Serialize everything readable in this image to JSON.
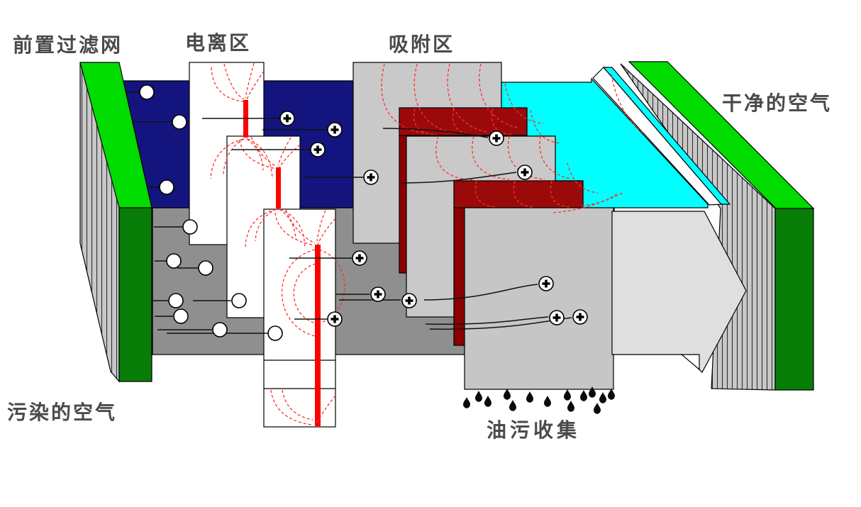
{
  "labels": {
    "pre_filter": "前置过滤网",
    "ionization_zone": "电离区",
    "adsorption_zone": "吸附区",
    "clean_air": "干净的空气",
    "polluted_air": "污染的空气",
    "oil_collection": "油污收集"
  },
  "colors": {
    "navy_duct": "#14147e",
    "cyan_top": "#00ffff",
    "filter_frame_light_green": "#00dc00",
    "filter_frame_dark_green": "#077d07",
    "filter_media_gray": "#c8c8c8",
    "wall_gray": "#8f8f8f",
    "collector_plate_gray": "#c6c6c6",
    "collector_plate_maroon": "#9b0a0a",
    "ionizer_wire_red": "#ff0000",
    "field_line_red": "#ff2e2e",
    "arrow_gray": "#dfdfdf",
    "label_text": "#4a4a4a"
  }
}
